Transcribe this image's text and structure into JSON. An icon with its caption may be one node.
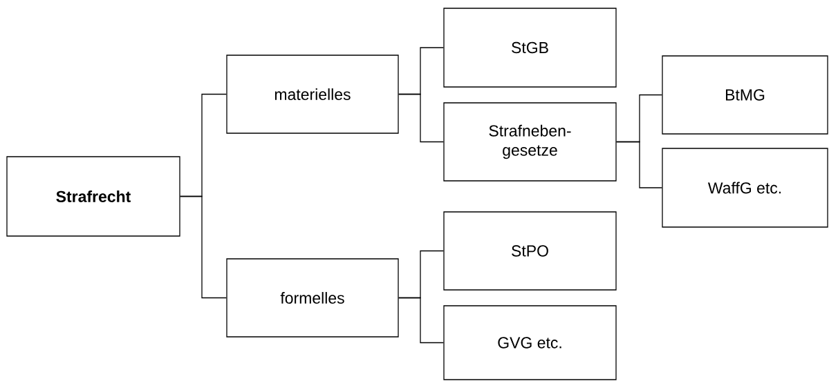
{
  "diagram": {
    "nodes": [
      {
        "text": [
          "Strafrecht"
        ]
      },
      {
        "text": [
          "materielles"
        ]
      },
      {
        "text": [
          "formelles"
        ]
      },
      {
        "text": [
          "StGB"
        ]
      },
      {
        "text": [
          "Strafneben- gesetze"
        ]
      },
      {
        "text": [
          "BtMG"
        ]
      },
      {
        "text": [
          "WaffG etc."
        ]
      },
      {
        "text": [
          "StPO"
        ]
      },
      {
        "text": [
          "GVG etc."
        ]
      }
    ],
    "edges": [
      {
        "from": 0,
        "to": 1,
        "arrow": "none"
      },
      {
        "from": 0,
        "to": 2,
        "arrow": "none"
      },
      {
        "from": 1,
        "to": 3,
        "arrow": "none"
      },
      {
        "from": 1,
        "to": 4,
        "arrow": "none"
      },
      {
        "from": 4,
        "to": 5,
        "arrow": "none"
      },
      {
        "from": 4,
        "to": 6,
        "arrow": "none"
      },
      {
        "from": 2,
        "to": 7,
        "arrow": "none"
      },
      {
        "from": 2,
        "to": 8,
        "arrow": "none"
      }
    ]
  }
}
